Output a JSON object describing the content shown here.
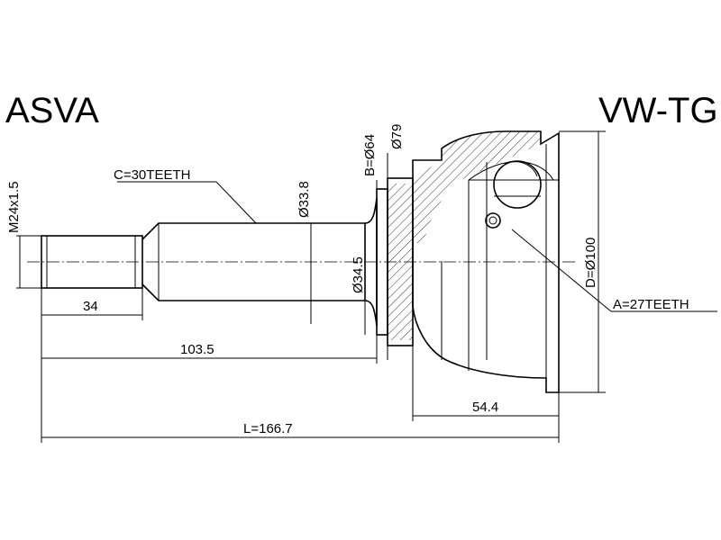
{
  "brand": "ASVA",
  "part_code": "VW-TG",
  "dimensions": {
    "thread": "M24x1.5",
    "spline_outer": "C=30TEETH",
    "shaft_diameter": "Ø33.8",
    "seal_diameter": "Ø34.5",
    "flange_diameter": "B=Ø64",
    "bell_diameter": "Ø79",
    "housing_diameter": "D=Ø100",
    "spline_inner": "A=27TEETH",
    "thread_length": "34",
    "shaft_length": "103.5",
    "housing_length": "54.4",
    "total_length": "L=166.7"
  },
  "colors": {
    "ink": "#000000",
    "background": "#ffffff"
  }
}
